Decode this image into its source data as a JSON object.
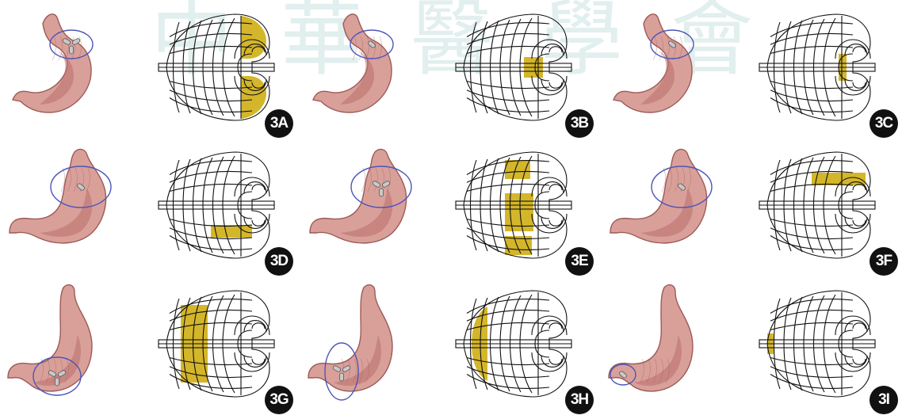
{
  "watermark": {
    "chars": [
      "中",
      "華",
      "醫",
      "學",
      "會"
    ]
  },
  "colors": {
    "highlight": "#d4b62a",
    "grid_line": "#111111",
    "circle": "#4d55b8",
    "stomach_fill": "#d9a09a",
    "stomach_shade": "#b9706c",
    "stomach_outline": "#9c5a58",
    "capsule": "#c9c9c9"
  },
  "panels": [
    {
      "label": "3A",
      "stomach_pose": "upright",
      "circle_region": "cardia",
      "capsule_count": 3,
      "highlight_region": "fundus-cardia"
    },
    {
      "label": "3B",
      "stomach_pose": "upright",
      "circle_region": "cardia",
      "capsule_count": 1,
      "highlight_region": "cardia-center"
    },
    {
      "label": "3C",
      "stomach_pose": "upright",
      "circle_region": "cardia",
      "capsule_count": 1,
      "highlight_region": "cardia-narrow"
    },
    {
      "label": "3D",
      "stomach_pose": "body",
      "circle_region": "body",
      "capsule_count": 1,
      "highlight_region": "lower-body"
    },
    {
      "label": "3E",
      "stomach_pose": "body",
      "circle_region": "body",
      "capsule_count": 3,
      "highlight_region": "body-wide"
    },
    {
      "label": "3F",
      "stomach_pose": "body",
      "circle_region": "body",
      "capsule_count": 1,
      "highlight_region": "upper-body"
    },
    {
      "label": "3G",
      "stomach_pose": "lower",
      "circle_region": "antrum",
      "capsule_count": 3,
      "highlight_region": "antrum"
    },
    {
      "label": "3H",
      "stomach_pose": "lower",
      "circle_region": "angle",
      "capsule_count": 3,
      "highlight_region": "angle"
    },
    {
      "label": "3I",
      "stomach_pose": "lower",
      "circle_region": "pylorus",
      "capsule_count": 1,
      "highlight_region": "pylorus"
    }
  ]
}
